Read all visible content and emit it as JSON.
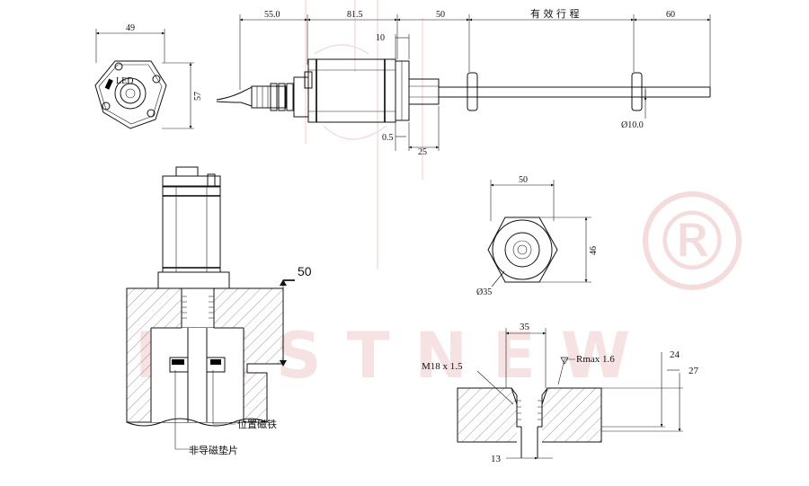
{
  "watermark": {
    "text": "BESTNEW",
    "symbol": "®",
    "color": "#f4dcdc"
  },
  "top_view": {
    "dims": {
      "total_len": "55.0",
      "body_len": "81.5",
      "thread_len": "50",
      "stroke": "有 效 行 程",
      "tail": "60",
      "flange": "10",
      "gap": "0.5",
      "thread": "25",
      "rod_dia": "Ø10.0"
    }
  },
  "end_view": {
    "width": "49",
    "height": "57",
    "led_label": "LED"
  },
  "hex_view": {
    "width": "50",
    "height": "46",
    "dia": "Ø35"
  },
  "install_view": {
    "depth": "50",
    "magnet_label": "位置磁铁",
    "spacer_label": "非导磁垫片"
  },
  "thread_view": {
    "width": "35",
    "thread": "M18 x 1.5",
    "roughness": "Rmax 1.6",
    "d1": "24",
    "d2": "27",
    "d3": "13"
  }
}
